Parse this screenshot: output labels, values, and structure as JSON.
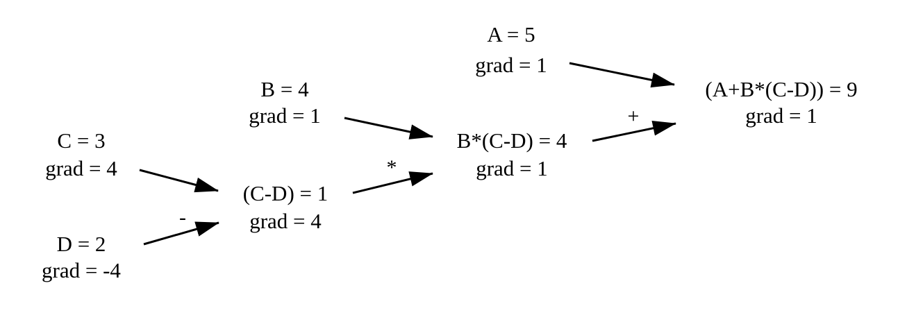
{
  "nodes": {
    "a": {
      "value_label": "A = 5",
      "grad_label": "grad = 1"
    },
    "b": {
      "value_label": "B = 4",
      "grad_label": "grad = 1"
    },
    "c": {
      "value_label": "C = 3",
      "grad_label": "grad = 4"
    },
    "d": {
      "value_label": "D = 2",
      "grad_label": "grad = -4"
    },
    "c_minus_d": {
      "value_label": "(C-D) = 1",
      "grad_label": "grad = 4"
    },
    "b_times_cd": {
      "value_label": "B*(C-D) = 4",
      "grad_label": "grad = 1"
    },
    "result": {
      "value_label": "(A+B*(C-D)) = 9",
      "grad_label": "grad = 1"
    }
  },
  "operators": {
    "minus": "-",
    "times": "*",
    "plus": "+"
  },
  "edges": [
    {
      "from": "c",
      "to": "c_minus_d"
    },
    {
      "from": "d",
      "to": "c_minus_d"
    },
    {
      "from": "b",
      "to": "b_times_cd"
    },
    {
      "from": "c_minus_d",
      "to": "b_times_cd"
    },
    {
      "from": "a",
      "to": "result"
    },
    {
      "from": "b_times_cd",
      "to": "result"
    }
  ],
  "colors": {
    "background": "#ffffff",
    "ink": "#000000"
  }
}
